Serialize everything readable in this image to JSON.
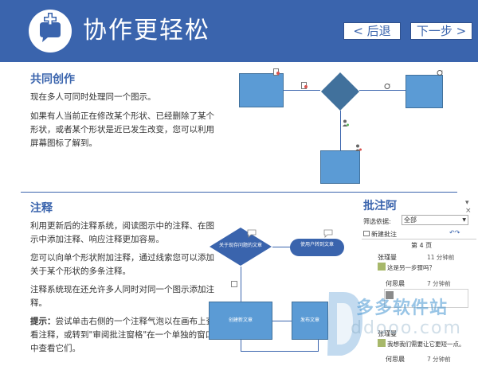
{
  "header": {
    "title": "协作更轻松",
    "back_label": "< 后退",
    "next_label": "下一步 >",
    "logo_icon": "chat-plus-icon",
    "bg_color": "#3a64ad"
  },
  "section1": {
    "title": "共同创作",
    "p1": "现在多人可同时处理同一个图示。",
    "p2": "如果有人当前正在修改某个形状、已经删除了某个形状，或者某个形状是近已发生改变，您可以利用屏幕图标了解到。"
  },
  "section2": {
    "title": "注释",
    "p1": "利用更新后的注释系统，阅读图示中的注释、在图示中添加注释、响应注释更加容易。",
    "p2": "您可以向单个形状附加注释，通过线索您可以添加关于某个形状的多条注释。",
    "p3": "注释系统现在还允许多人同时对同一个图示添加注释。",
    "tip_label": "提示：",
    "tip_text": "尝试单击右侧的一个注释气泡以在画布上查看注释，或转到\"审阅批注窗格\"在一个单独的窗口中查看它们。"
  },
  "flow": {
    "diamond_label": "关于现存问题的文章",
    "pill_label": "使用户转到文章",
    "rect1_label": "创建新文章",
    "rect2_label": "发布文章"
  },
  "comments_pane": {
    "title": "批注阿",
    "close": "▾ ×",
    "filter_label": "筛选依据:",
    "filter_value": "全部",
    "new_comment": "新建批注",
    "page_label": "第 4 页",
    "comments": [
      {
        "author": "张瑾曼",
        "time": "11 分钟前",
        "text": "这是另一步骤吗？"
      },
      {
        "author": "何思晨",
        "time": "7 分钟前",
        "text": ""
      },
      {
        "author": "张瑾曼",
        "time": "",
        "text": "我想我们需要让它更短一点。"
      },
      {
        "author": "何思晨",
        "time": "7 分钟前",
        "text": ""
      }
    ]
  },
  "watermark": {
    "text": "多多软件站",
    "url": "ddooo.com"
  }
}
